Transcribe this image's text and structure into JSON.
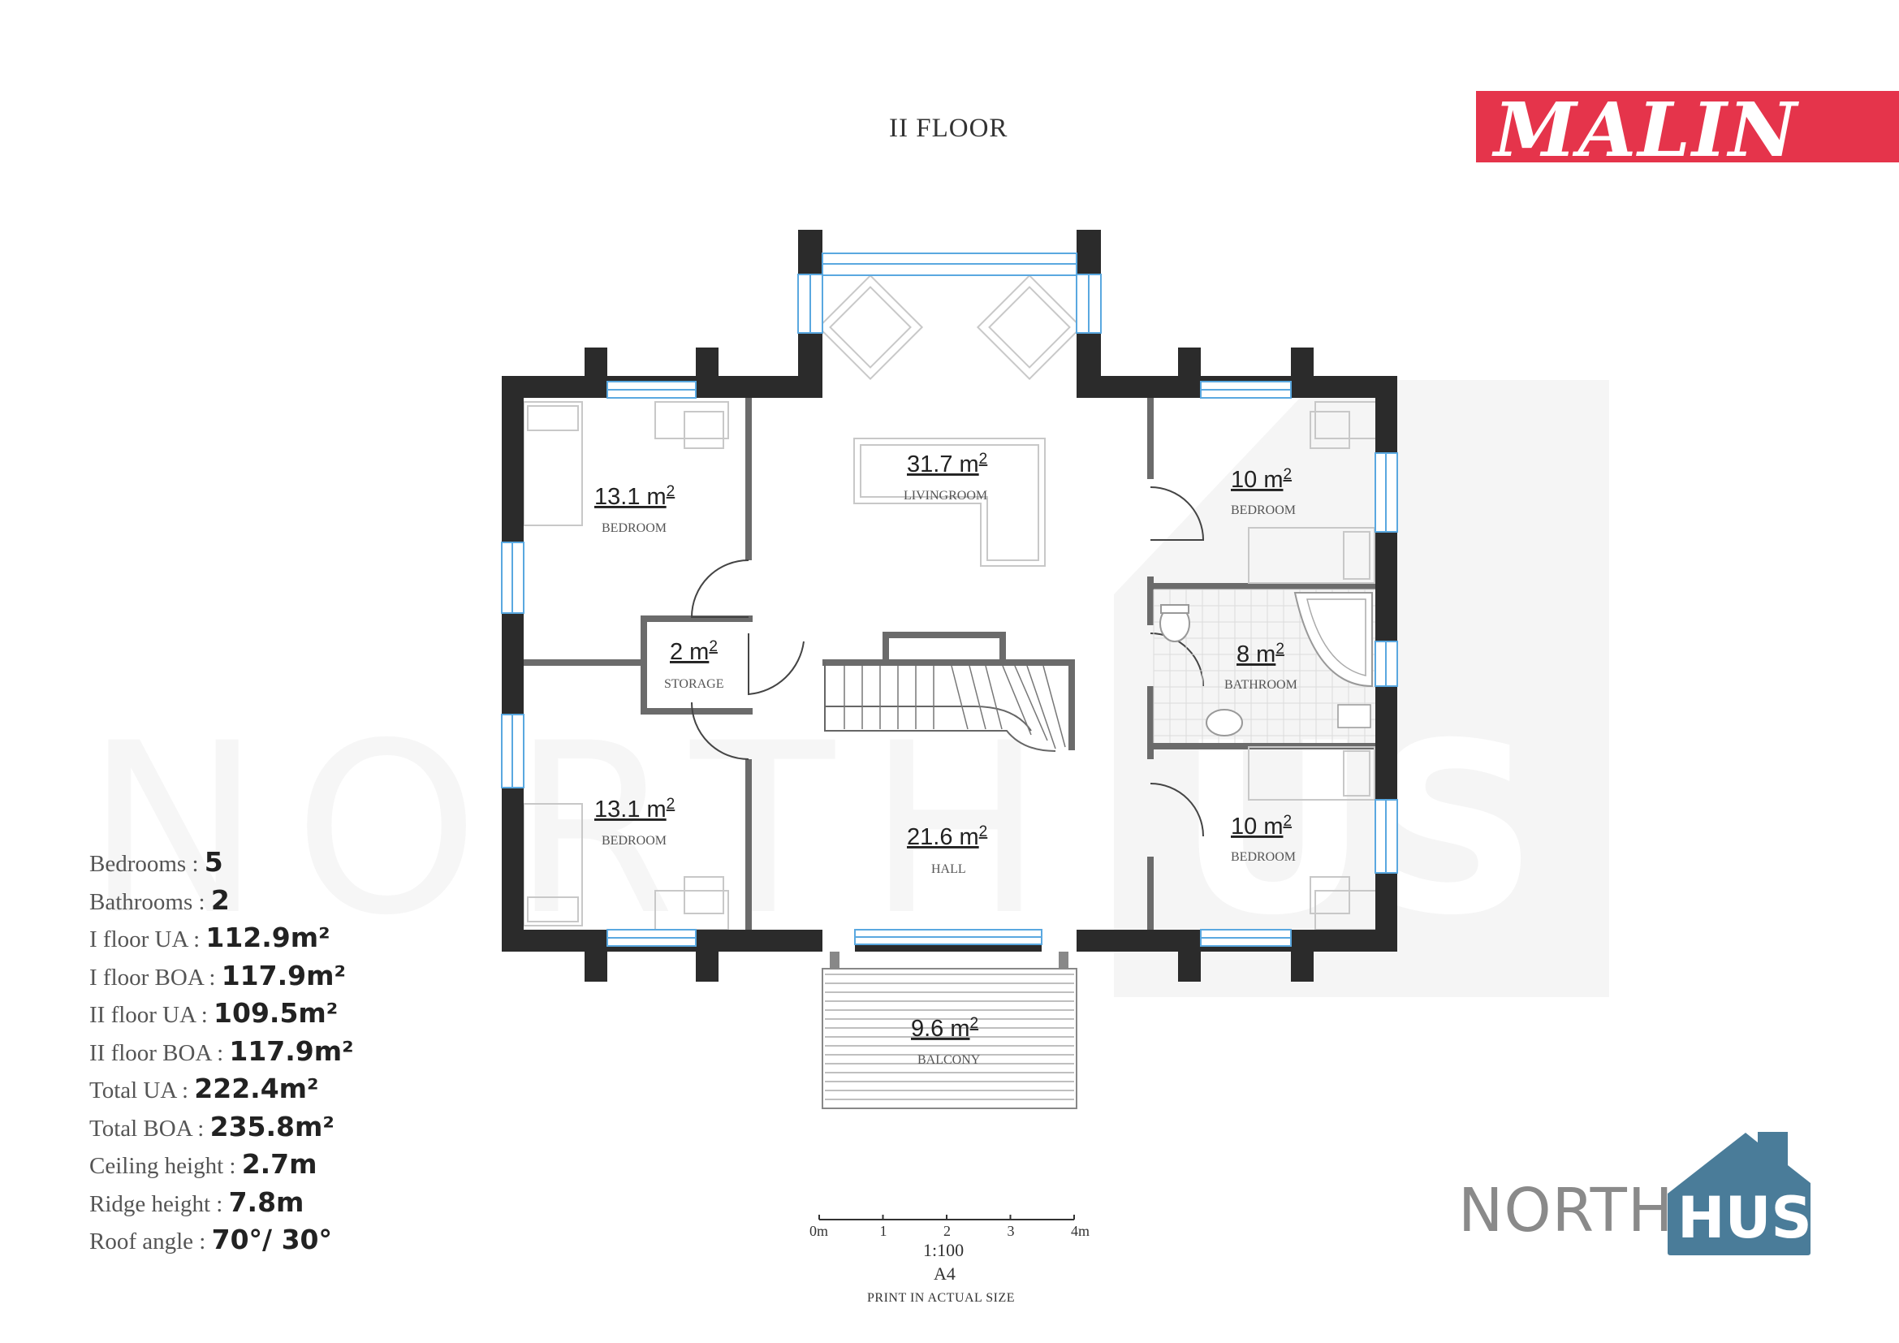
{
  "floor_title": "II FLOOR",
  "brand_name": "MALIN",
  "watermark": "NORTH HUS",
  "logo": {
    "north": "NORTH",
    "hus": "HUS",
    "house_color": "#4a7c99"
  },
  "rooms": {
    "bedroom_nw": {
      "area": "13.1 m",
      "label": "BEDROOM"
    },
    "livingroom": {
      "area": "31.7 m",
      "label": "LIVINGROOM"
    },
    "bedroom_ne": {
      "area": "10 m",
      "label": "BEDROOM"
    },
    "storage": {
      "area": "2 m",
      "label": "STORAGE"
    },
    "bathroom": {
      "area": "8 m",
      "label": "BATHROOM"
    },
    "bedroom_sw": {
      "area": "13.1 m",
      "label": "BEDROOM"
    },
    "hall": {
      "area": "21.6 m",
      "label": "HALL"
    },
    "bedroom_se": {
      "area": "10 m",
      "label": "BEDROOM"
    },
    "balcony": {
      "area": "9.6 m",
      "label": "BALCONY"
    }
  },
  "area_superscript": "2",
  "specs": [
    {
      "label": "Bedrooms : ",
      "value": "5"
    },
    {
      "label": "Bathrooms : ",
      "value": "2"
    },
    {
      "label": "I floor UA : ",
      "value": "112.9m²"
    },
    {
      "label": "I floor BOA : ",
      "value": "117.9m²"
    },
    {
      "label": "II floor UA : ",
      "value": "109.5m²"
    },
    {
      "label": "II floor BOA : ",
      "value": "117.9m²"
    },
    {
      "label": "Total UA : ",
      "value": "222.4m²"
    },
    {
      "label": "Total  BOA : ",
      "value": "235.8m²"
    },
    {
      "label": "Ceiling height : ",
      "value": "2.7m"
    },
    {
      "label": "Ridge height : ",
      "value": "7.8m"
    },
    {
      "label": "Roof angle : ",
      "value": "70°/ 30°"
    }
  ],
  "scale": {
    "ticks": [
      "0m",
      "1",
      "2",
      "3",
      "4m"
    ],
    "ratio": "1:100",
    "paper": "A4",
    "note": "PRINT IN ACTUAL SIZE"
  },
  "colors": {
    "brand_red": "#e5344b",
    "wall": "#2b2b2b",
    "window": "#5aa8e0",
    "logo_blue": "#4a7c99"
  }
}
